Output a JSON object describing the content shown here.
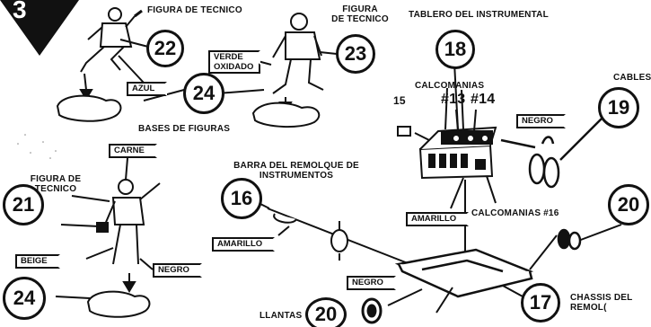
{
  "step": {
    "number": "3"
  },
  "callouts": {
    "n22": "22",
    "n23": "23",
    "n24_top": "24",
    "n18": "18",
    "n19": "19",
    "n16": "16",
    "n21": "21",
    "n24_bottom": "24",
    "n20_right": "20",
    "n20_bottom": "20",
    "n17": "17",
    "n15": "15",
    "n13": "#13",
    "n14": "#14"
  },
  "labels": {
    "figura_tecnico_top": "FIGURA DE TECNICO",
    "figura_tecnico_mid": "FIGURA\nDE TECNICO",
    "tablero": "TABLERO DEL INSTRUMENTAL",
    "cables": "CABLES",
    "calcomanias": "CALCOMANIAS",
    "bases": "BASES DE FIGURAS",
    "barra": "BARRA DEL REMOLQUE DE\nINSTRUMENTOS",
    "figura_tecnico_left": "FIGURA DE\nTECNICO",
    "calcomanias_16": "CALCOMANIAS #16",
    "llantas": "LLANTAS",
    "chassis": "CHASSIS DEL\nREMOL("
  },
  "flags": {
    "verde": "VERDE\nOXIDADO",
    "azul": "AZUL",
    "carne": "CARNE",
    "beige": "BEIGE",
    "negro_left": "NEGRO",
    "negro_cables": "NEGRO",
    "amarillo_panel": "AMARILLO",
    "amarillo_bar": "AMARILLO",
    "negro_wheel": "NEGRO"
  }
}
